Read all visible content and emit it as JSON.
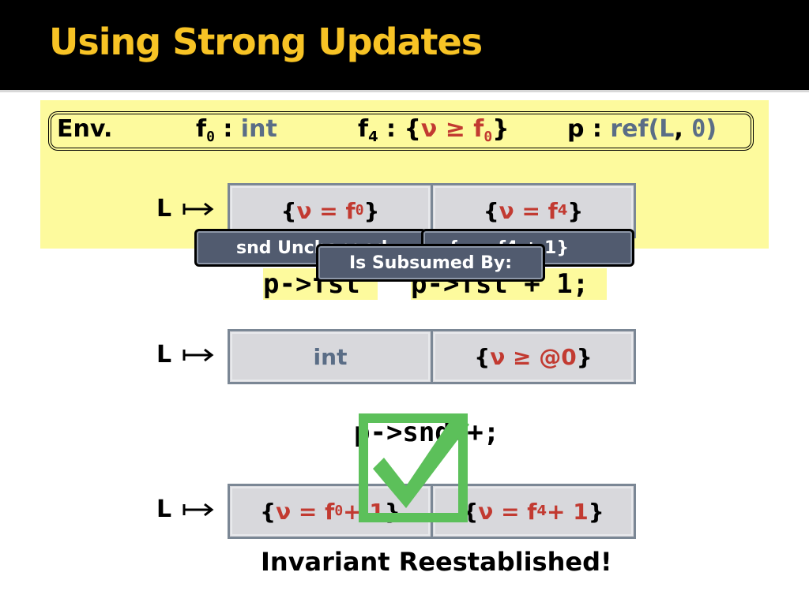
{
  "title": "Using Strong Updates",
  "env": {
    "label": "Env.",
    "f0_name": "f",
    "f0_sub": "0",
    "f0_sep": " : ",
    "f0_type": "int",
    "f4_name": "f",
    "f4_sub": "4",
    "f4_sep": " : {",
    "f4_pred": "ν ≥ f",
    "f4_pred_sub": "0",
    "f4_close": "}",
    "p_name": "p : ",
    "p_type_open": "ref(L",
    "p_type_comma": ",",
    "p_type_loc": "0",
    "p_type_close": ")"
  },
  "heap_label": "L",
  "row1": {
    "cell1": {
      "open": "{",
      "pred": "ν = f",
      "sub": "0",
      "close": "}"
    },
    "cell2": {
      "open": "{",
      "pred": "ν = f",
      "sub": "4",
      "close": "}"
    }
  },
  "tags": {
    "snd_unchanged": "snd Unchanged",
    "right_tag": "{ν = f4 + 1}",
    "subsumed": "Is Subsumed By:"
  },
  "code1_left": "p->fst",
  "code1_right": "p->fst + 1;",
  "row2": {
    "cell1": "int",
    "cell2": {
      "open": "{",
      "pred": "ν ≥ @0",
      "close": "}"
    }
  },
  "code2": "p->snd++;",
  "row3": {
    "cell1": {
      "open": "{",
      "pred": "ν = f",
      "sub": "0",
      "plus": " + 1",
      "close": "}"
    },
    "cell2": {
      "open": "{",
      "pred": "ν = f",
      "sub": "4",
      "plus": " + 1",
      "close": "}"
    }
  },
  "footer": "Invariant Reestablished!",
  "colors": {
    "title": "#f7c325",
    "highlight": "#fdfa9d",
    "red": "#c23a31",
    "check": "#5cc05a",
    "tag": "#515b6f"
  }
}
